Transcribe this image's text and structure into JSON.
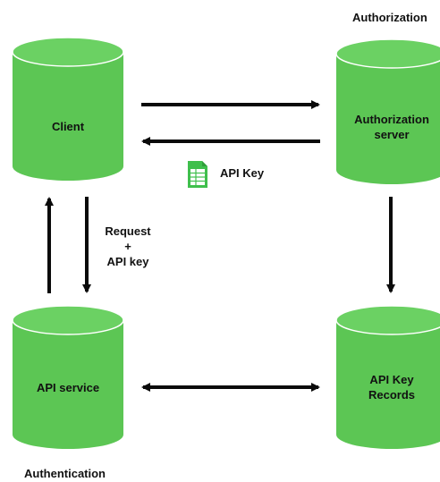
{
  "colors": {
    "node_fill": "#5cc654",
    "node_top": "#6bd163",
    "node_edge": "#4cb344",
    "arrow": "#0a0a0a",
    "doc_icon": "#3fbf4c"
  },
  "nodes": {
    "client": {
      "label": "Client"
    },
    "auth_server": {
      "label_line1": "Authorization",
      "label_line2": "server"
    },
    "api_service": {
      "label": "API service"
    },
    "records": {
      "label_line1": "API Key",
      "label_line2": "Records"
    }
  },
  "labels": {
    "authorization_title": "Authorization",
    "authentication_title": "Authentication",
    "api_key": "API Key",
    "request_line1": "Request",
    "request_line2": "+",
    "request_line3": "API key"
  },
  "icons": {
    "api_key_icon": "document-icon"
  }
}
